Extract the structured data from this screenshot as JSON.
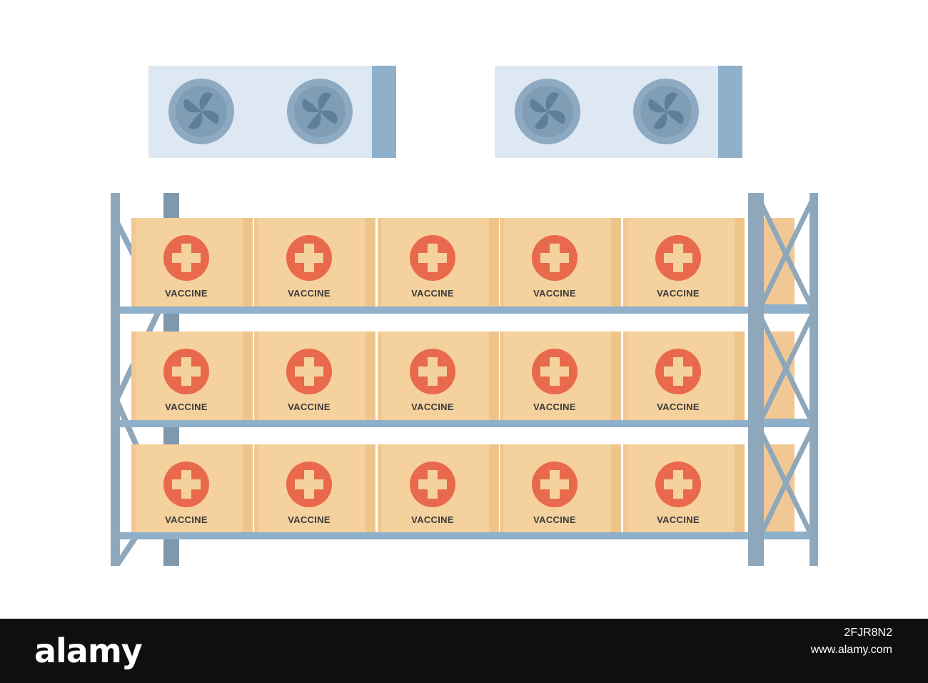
{
  "scene": {
    "box_label": "VACCINE",
    "rows": [
      [
        "VACCINE",
        "VACCINE",
        "VACCINE",
        "VACCINE",
        "VACCINE"
      ],
      [
        "VACCINE",
        "VACCINE",
        "VACCINE",
        "VACCINE",
        "VACCINE"
      ],
      [
        "VACCINE",
        "VACCINE",
        "VACCINE",
        "VACCINE",
        "VACCINE"
      ]
    ],
    "colors": {
      "box": "#f5d19e",
      "cross_circle": "#e8694c",
      "rack": "#8eb0cb",
      "cooler": "#dde8f2",
      "fan": "#8eaac2"
    },
    "icons": [
      "cooling-fan-icon",
      "medical-cross-icon"
    ]
  },
  "footer": {
    "logo": "alamy",
    "image_id": "2FJR8N2",
    "site": "www.alamy.com"
  }
}
